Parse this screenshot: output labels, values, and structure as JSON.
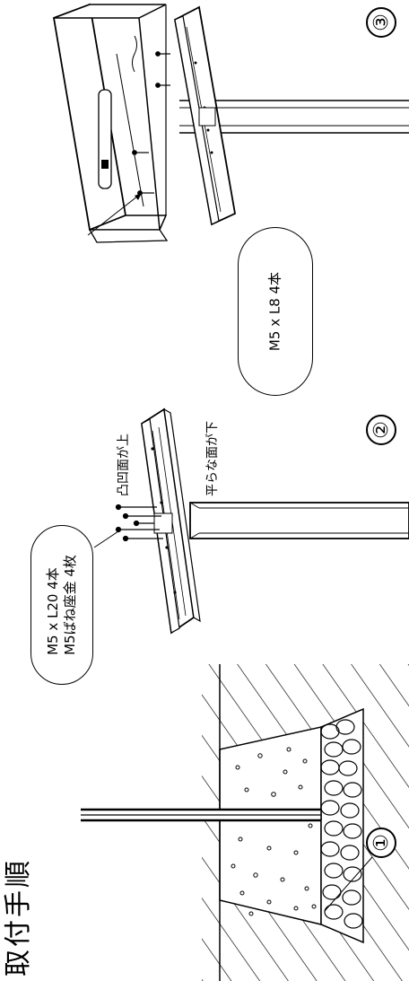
{
  "title": "取付手順",
  "steps": {
    "one": "①",
    "two": "②",
    "three": "③"
  },
  "callout_step2": {
    "line1": "M5 x L20  4本",
    "line2": "M5ばね座金  4枚"
  },
  "callout_step3": {
    "line1": "M5 x L8   4本"
  },
  "labels": {
    "convex_up": "凸凹面が上",
    "flat_down": "平らな面が下"
  }
}
